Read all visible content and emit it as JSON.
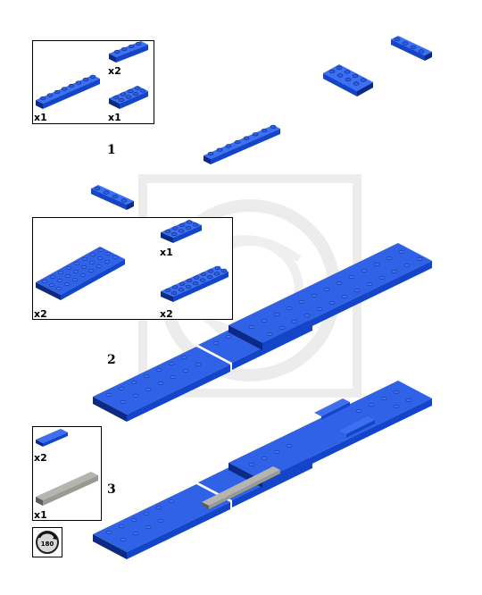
{
  "colors": {
    "brick_blue": "#1445c8",
    "brick_blue_dark": "#0a2a86",
    "brick_blue_light": "#3d6ff0",
    "tile_gray": "#9a9a94",
    "tile_gray_dark": "#5e5e58"
  },
  "parts_list_0": {
    "qty_a": "x2",
    "qty_b": "x1",
    "qty_c": "x1"
  },
  "step1": {
    "number": "1"
  },
  "step2": {
    "number": "2",
    "parts": {
      "qty_a": "x1",
      "qty_b": "x2",
      "qty_c": "x2"
    }
  },
  "step3": {
    "number": "3",
    "parts": {
      "qty_a": "x2",
      "qty_b": "x1"
    }
  },
  "rotate_icon": {
    "label": "180"
  }
}
